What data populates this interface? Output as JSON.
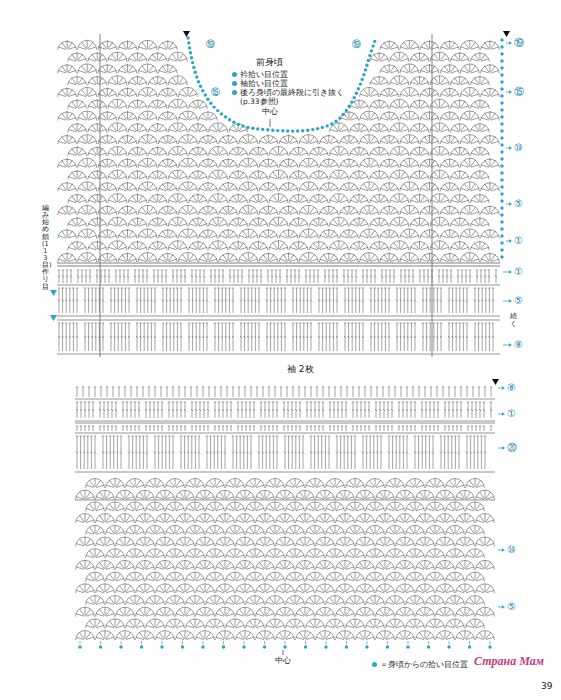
{
  "diagram": {
    "labels": [
      "前身頃",
      "中心",
      "編み始め鎖(113目)作り目",
      "⑲",
      "⑮",
      "⑲",
      "⑲",
      "⑮",
      "⑩",
      "⑤",
      "①",
      "①",
      "⑤",
      "続く",
      "⑧",
      "袖 2枚",
      "⑧",
      "①",
      "⑳",
      "⑩",
      "⑤",
      "中心",
      "39",
      "Страна Мам"
    ],
    "legend": [
      {
        "text": "衿拾い目位置",
        "color": "#2aa6c8"
      },
      {
        "text": "袖拾い目位置",
        "color": "#2aa6c8"
      },
      {
        "text": "後ろ身頃の最終段に引き抜く (p.33参照)",
        "color": "#2aa6c8"
      },
      {
        "text": "＝身頃からの拾い目位置",
        "color": "#2aa6c8"
      }
    ]
  }
}
